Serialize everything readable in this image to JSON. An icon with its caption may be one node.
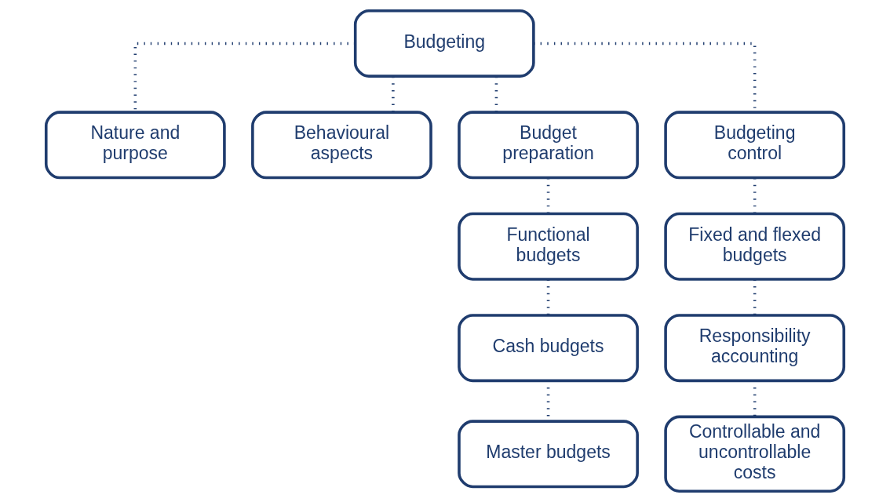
{
  "diagram": {
    "nodes": [
      {
        "text": [
          "Budgeting"
        ]
      },
      {
        "text": [
          "Nature and purpose"
        ]
      },
      {
        "text": [
          "Behavioural aspects"
        ]
      },
      {
        "text": [
          "Budget preparation"
        ]
      },
      {
        "text": [
          "Budgeting control"
        ]
      },
      {
        "text": [
          "Functional budgets"
        ]
      },
      {
        "text": [
          "Cash budgets"
        ]
      },
      {
        "text": [
          "Master budgets"
        ]
      },
      {
        "text": [
          "Fixed and flexed budgets"
        ]
      },
      {
        "text": [
          "Responsibility accounting"
        ]
      },
      {
        "text": [
          "Controllable and uncontrollable costs"
        ]
      }
    ],
    "edges": [
      {
        "from": 0,
        "to": 1,
        "arrow": "none"
      },
      {
        "from": 0,
        "to": 2,
        "arrow": "none"
      },
      {
        "from": 0,
        "to": 3,
        "arrow": "none"
      },
      {
        "from": 0,
        "to": 4,
        "arrow": "none"
      },
      {
        "from": 3,
        "to": 5,
        "arrow": "none"
      },
      {
        "from": 5,
        "to": 6,
        "arrow": "none"
      },
      {
        "from": 6,
        "to": 7,
        "arrow": "none"
      },
      {
        "from": 4,
        "to": 8,
        "arrow": "none"
      },
      {
        "from": 8,
        "to": 9,
        "arrow": "none"
      },
      {
        "from": 9,
        "to": 10,
        "arrow": "none"
      }
    ]
  }
}
